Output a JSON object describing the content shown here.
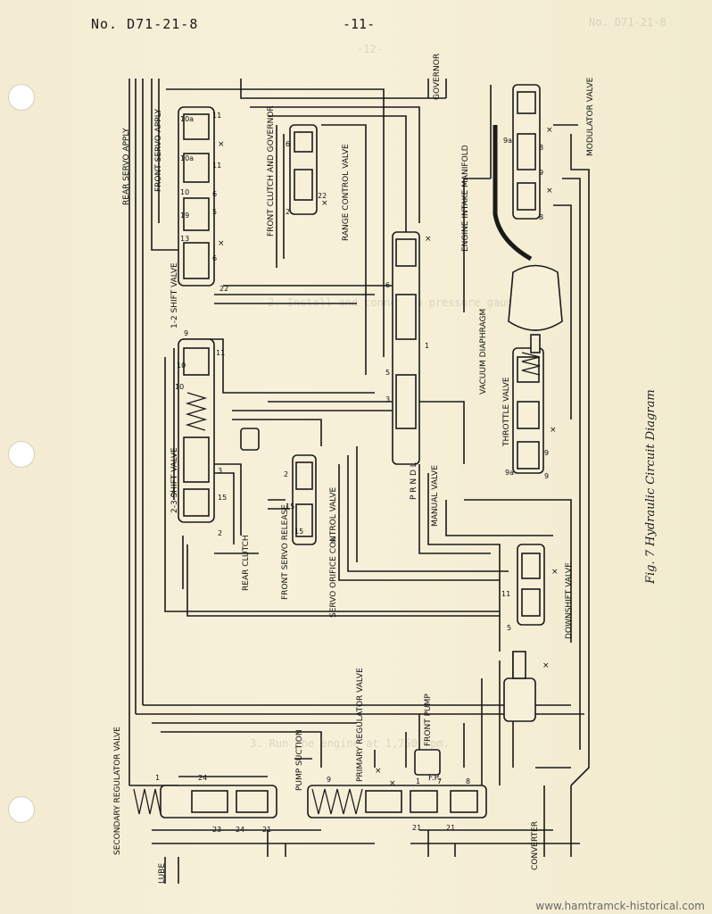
{
  "header": {
    "doc_number": "No. D71-21-8",
    "page_number": "-11-"
  },
  "caption": "Fig. 7 Hydraulic Circuit Diagram",
  "labels": {
    "rear_servo_apply": "REAR SERVO APPLY",
    "front_servo_apply": "FRONT SERVO APPLY",
    "front_clutch_governor": "FRONT CLUTCH AND GOVERNOR",
    "range_control_valve": "RANGE CONTROL VALVE",
    "governor": "GOVERNOR",
    "modulator_valve": "MODULATOR VALVE",
    "engine_intake_manifold": "ENGINE INTAKE MANIFOLD",
    "shift_12": "1-2 SHIFT VALVE",
    "shift_23": "2-3 SHIFT VALVE",
    "vacuum_diaphragm": "VACUUM DIAPHRAGM",
    "throttle_valve": "THROTTLE VALVE",
    "prndl": "P R N D L",
    "manual_valve": "MANUAL VALVE",
    "rear_clutch": "REAR CLUTCH",
    "front_servo_release": "FRONT SERVO RELEASE",
    "servo_orifice": "SERVO ORIFICE CONTROL VALVE",
    "downshift_valve": "DOWNSHIFT VALVE",
    "secondary_regulator": "SECONDARY REGULATOR VALVE",
    "pump_suction": "PUMP SUCTION",
    "primary_regulator": "PRIMARY REGULATOR VALVE",
    "front_pump": "FRONT PUMP",
    "fp": "F.P.",
    "converter": "CONVERTER",
    "lube": "LUBE"
  },
  "bleed_text": {
    "line1": "No. D71-21-8",
    "line2": "-12-",
    "line3": "2. Install and connect a pressure gauge.",
    "line4": "3. Run the engine at 1,750 rpm."
  },
  "watermark": "www.hamtramck-historical.com",
  "colors": {
    "paper": "#f6f0d8",
    "ink": "#1a1a1a"
  }
}
